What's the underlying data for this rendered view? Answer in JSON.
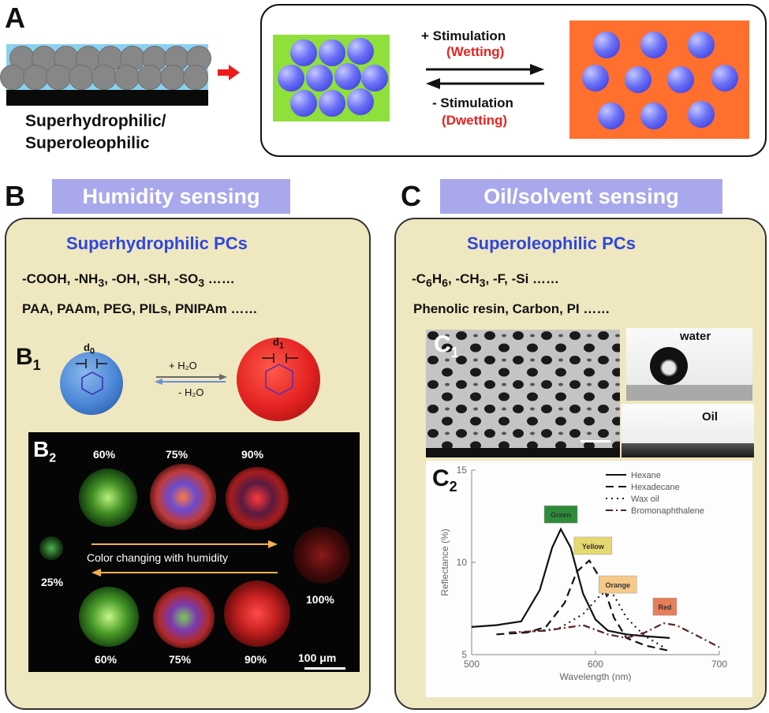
{
  "panel_a": {
    "letter": "A",
    "caption_line1": "Superhydrophilic/",
    "caption_line2": "Superoleophilic",
    "plus_stim": "+ Stimulation",
    "wetting": "(Wetting)",
    "minus_stim": "- Stimulation",
    "dewetting": "(Dwetting)",
    "colors": {
      "film": "#8ad1f0",
      "substrate": "#0a0a0a",
      "green_box": "#8fe03a",
      "orange_box": "#ff6f2e",
      "arrow_red": "#ee1c1c"
    }
  },
  "panel_b": {
    "letter": "B",
    "banner": "Humidity sensing",
    "title": "Superhydrophilic PCs",
    "groups_parts": [
      "-COOH, -NH",
      "3",
      ", -OH, -SH, -SO",
      "3",
      " ……"
    ],
    "polymers": "PAA, PAAm, PEG, PILs, PNIPAm ……",
    "b1": {
      "label": "B",
      "sub": "1",
      "d0": "d",
      "d0_sub": "0",
      "d1": "d",
      "d1_sub": "1",
      "plus_water": "+ H₂O",
      "minus_water": "- H₂O"
    },
    "b2": {
      "label": "B",
      "sub": "2",
      "top_labels": [
        "60%",
        "75%",
        "90%"
      ],
      "left_label": "25%",
      "right_label": "100%",
      "bottom_labels": [
        "60%",
        "75%",
        "90%"
      ],
      "center_text": "Color changing with humidity",
      "scale_bar": "100 μm"
    }
  },
  "panel_c": {
    "letter": "C",
    "banner": "Oil/solvent sensing",
    "title": "Superoleophilic PCs",
    "groups_parts": [
      "-C",
      "6",
      "H",
      "6",
      ", -CH",
      "3",
      ", -F, -Si ……"
    ],
    "materials": "Phenolic resin, Carbon, PI ……",
    "c1": {
      "label": "C",
      "sub": "1",
      "water": "water",
      "oil": "Oil"
    },
    "c2": {
      "label": "C",
      "sub": "2"
    }
  },
  "chart_data": {
    "type": "line",
    "title": "",
    "xlabel": "Wavelength (nm)",
    "ylabel": "Reflectance (%)",
    "xlim": [
      500,
      700
    ],
    "ylim": [
      5,
      15
    ],
    "x_ticks": [
      "500",
      "600",
      "700"
    ],
    "y_ticks": [
      "5",
      "10",
      "15"
    ],
    "legend_position": "top-right",
    "series": [
      {
        "name": "Hexane",
        "style": "solid",
        "x": [
          500,
          520,
          540,
          555,
          565,
          572,
          580,
          590,
          600,
          610,
          625,
          640,
          660
        ],
        "y": [
          6.5,
          6.6,
          6.8,
          8.5,
          10.8,
          11.8,
          10.8,
          8.3,
          6.9,
          6.3,
          6.1,
          6.0,
          5.9
        ]
      },
      {
        "name": "Hexadecane",
        "style": "dashed",
        "x": [
          520,
          545,
          560,
          575,
          585,
          595,
          605,
          615,
          625,
          640,
          660
        ],
        "y": [
          6.1,
          6.2,
          6.5,
          7.8,
          9.5,
          10.1,
          9.0,
          7.0,
          5.9,
          5.5,
          5.2
        ]
      },
      {
        "name": "Wax oil",
        "style": "dotted",
        "x": [
          540,
          570,
          590,
          605,
          615,
          625,
          640,
          655
        ],
        "y": [
          6.2,
          6.4,
          7.2,
          8.3,
          8.2,
          7.0,
          6.0,
          5.4
        ]
      },
      {
        "name": "Bromonaphthalene",
        "style": "dashdot",
        "x": [
          530,
          560,
          590,
          610,
          625,
          640,
          655,
          665,
          680,
          700
        ],
        "y": [
          6.2,
          6.3,
          6.6,
          6.1,
          5.9,
          6.2,
          6.7,
          6.6,
          6.1,
          5.4
        ]
      }
    ],
    "annotations": [
      {
        "text": "Green",
        "x": 572,
        "y": 12.6,
        "color": "#2e8b3a"
      },
      {
        "text": "Yellow",
        "x": 598,
        "y": 10.9,
        "color": "#e6d870"
      },
      {
        "text": "Orange",
        "x": 618,
        "y": 8.8,
        "color": "#f6c98a"
      },
      {
        "text": "Red",
        "x": 656,
        "y": 7.6,
        "color": "#e87e5a"
      }
    ]
  }
}
